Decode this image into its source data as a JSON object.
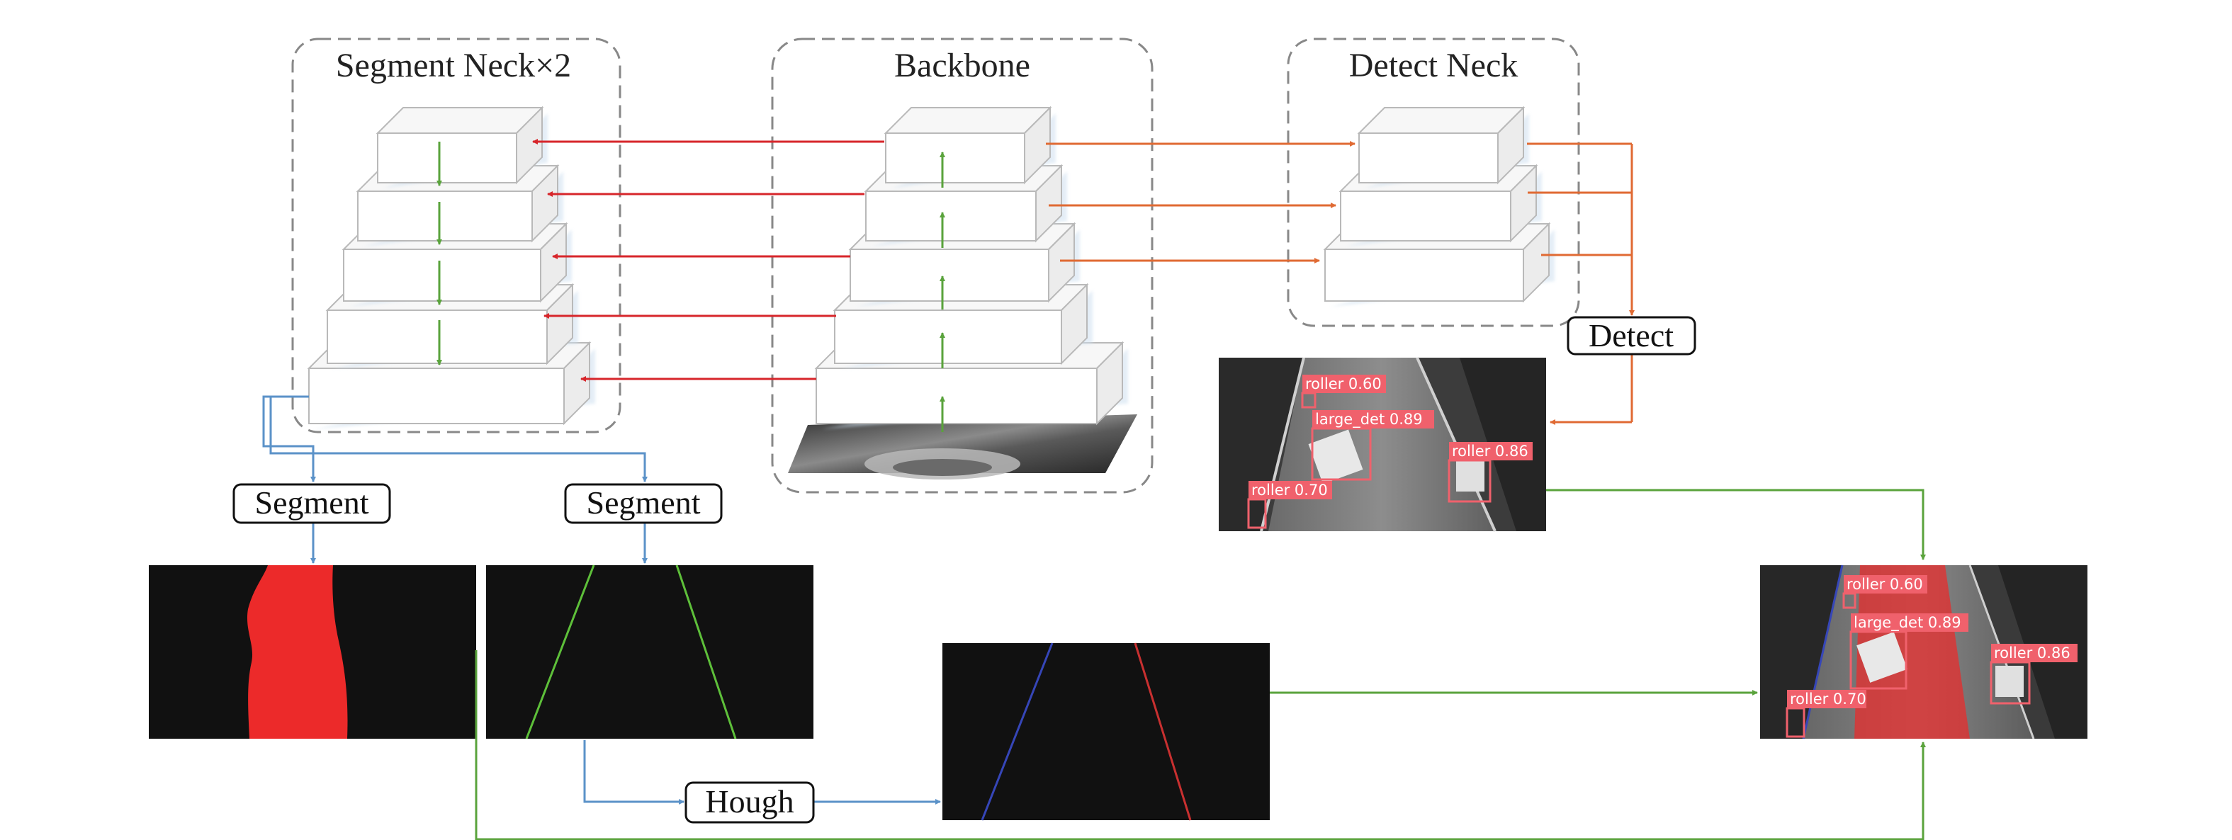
{
  "groups": {
    "segment_neck": "Segment Neck×2",
    "backbone": "Backbone",
    "detect_neck": "Detect Neck"
  },
  "boxes": {
    "segment_left": "Segment",
    "segment_right": "Segment",
    "detect": "Detect",
    "hough": "Hough"
  },
  "detections": {
    "top_image": [
      "roller 0.60",
      "large_det 0.89",
      "roller 0.86",
      "roller 0.70"
    ],
    "final_image": [
      "roller 0.60",
      "large_det 0.89",
      "roller 0.86",
      "roller 0.70"
    ]
  },
  "colors": {
    "backbone_to_segment_arrows": "#d7262b",
    "backbone_to_detect_arrows": "#e06a33",
    "internal_arrows": "#5aa33c",
    "segment_flow": "#5b92c8",
    "final_flow": "#5aa33c",
    "drivable_area": "#ec2a2a",
    "lane_lines": "#5ec03a",
    "hough_left_line": "#3646b8",
    "hough_right_line": "#c83030"
  },
  "icons": {
    "backbone_input": "conveyor-photo",
    "detect_result": "detection-photo",
    "segment_mask": "drivable-area-mask",
    "lane_mask": "lane-line-mask",
    "hough_result": "hough-lines",
    "final_result": "fused-result-photo"
  }
}
